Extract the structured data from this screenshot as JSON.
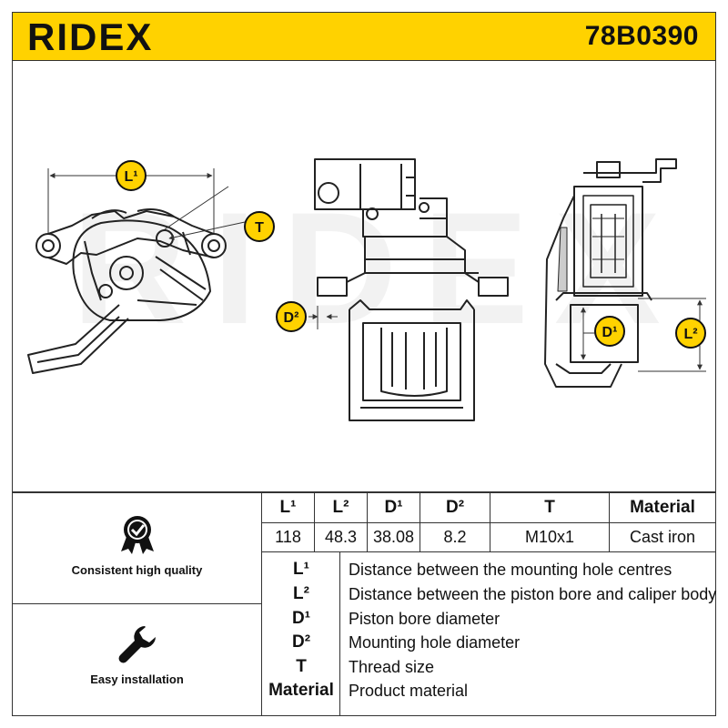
{
  "header": {
    "brand": "RIDEX",
    "part_number": "78B0390",
    "accent_color": "#ffd200"
  },
  "drawing": {
    "watermark": "RIDEX",
    "dimension_labels": {
      "l1": "L¹",
      "l2": "L²",
      "d1": "D¹",
      "d2": "D²",
      "t": "T"
    }
  },
  "features": [
    {
      "icon": "quality-badge-icon",
      "label": "Consistent high quality"
    },
    {
      "icon": "wrench-icon",
      "label": "Easy installation"
    }
  ],
  "spec_table": {
    "headers": [
      "L¹",
      "L²",
      "D¹",
      "D²",
      "T",
      "Material"
    ],
    "values": [
      "118",
      "48.3",
      "38.08",
      "8.2",
      "M10x1",
      "Cast iron"
    ]
  },
  "legend": [
    {
      "key": "L¹",
      "description": "Distance between the mounting hole centres"
    },
    {
      "key": "L²",
      "description": "Distance between the piston bore and caliper body"
    },
    {
      "key": "D¹",
      "description": "Piston bore diameter"
    },
    {
      "key": "D²",
      "description": "Mounting hole diameter"
    },
    {
      "key": "T",
      "description": "Thread size"
    },
    {
      "key": "Material",
      "description": "Product material"
    }
  ]
}
